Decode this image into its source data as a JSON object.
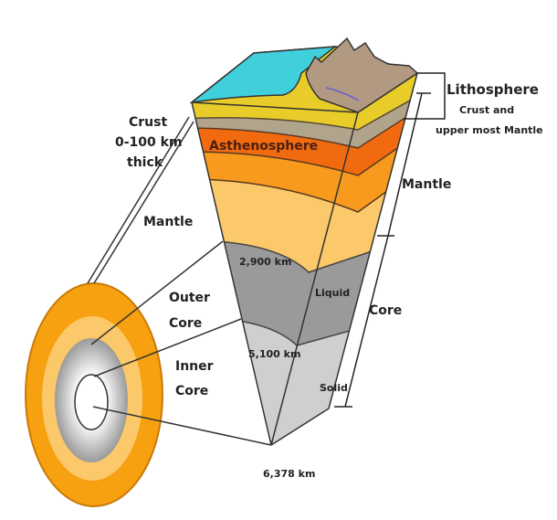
{
  "labels": {
    "crust": "Crust",
    "crust_depth": "0-100 km",
    "crust_thick": "thick",
    "mantle_left": "Mantle",
    "outer_core_1": "Outer",
    "outer_core_2": "Core",
    "inner_core_1": "Inner",
    "inner_core_2": "Core",
    "asthenosphere": "Asthenosphere",
    "depth_2900": "2,900 km",
    "liquid": "Liquid",
    "depth_5100": "5,100 km",
    "solid": "Solid",
    "depth_6378": "6,378 km",
    "lithosphere": "Lithosphere",
    "lithosphere_sub1": "Crust and",
    "lithosphere_sub2": "upper most Mantle",
    "mantle_right": "Mantle",
    "core_right": "Core"
  },
  "colors": {
    "water": "#3fd0dc",
    "crust": "#e8cc2a",
    "upper_mantle": "#b0a48c",
    "asthenosphere": "#f26a10",
    "mantle_mid": "#f79a1e",
    "mantle_lower": "#fbc86a",
    "outer_core": "#9a9a9a",
    "inner_core": "#cfcfcf",
    "mountains": "#b29a82"
  }
}
